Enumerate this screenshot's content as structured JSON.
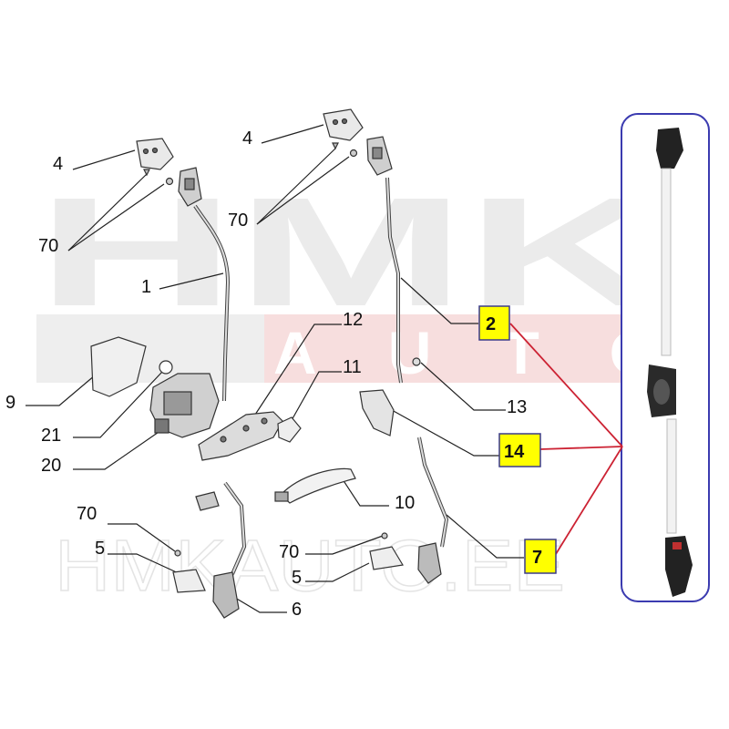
{
  "watermark": {
    "brand": "HMK",
    "sub": "AUTO",
    "site": "HMKAUTO.EE"
  },
  "colors": {
    "highlight_fill": "#ffff00",
    "highlight_border": "#3a3a8c",
    "callout_line": "#cc2233",
    "frame_border": "#3b3bb0",
    "watermark_gray": "#e6e6e6",
    "watermark_red": "#f6dcdc"
  },
  "labels": {
    "l4a": "4",
    "l70a": "70",
    "l1": "1",
    "l4b": "4",
    "l70b": "70",
    "l2": "2",
    "l12": "12",
    "l11": "11",
    "l13": "13",
    "l9": "9",
    "l21": "21",
    "l20": "20",
    "l14": "14",
    "l10": "10",
    "l70c": "70",
    "l5a": "5",
    "l6": "6",
    "l70d": "70",
    "l5b": "5",
    "l7": "7"
  }
}
